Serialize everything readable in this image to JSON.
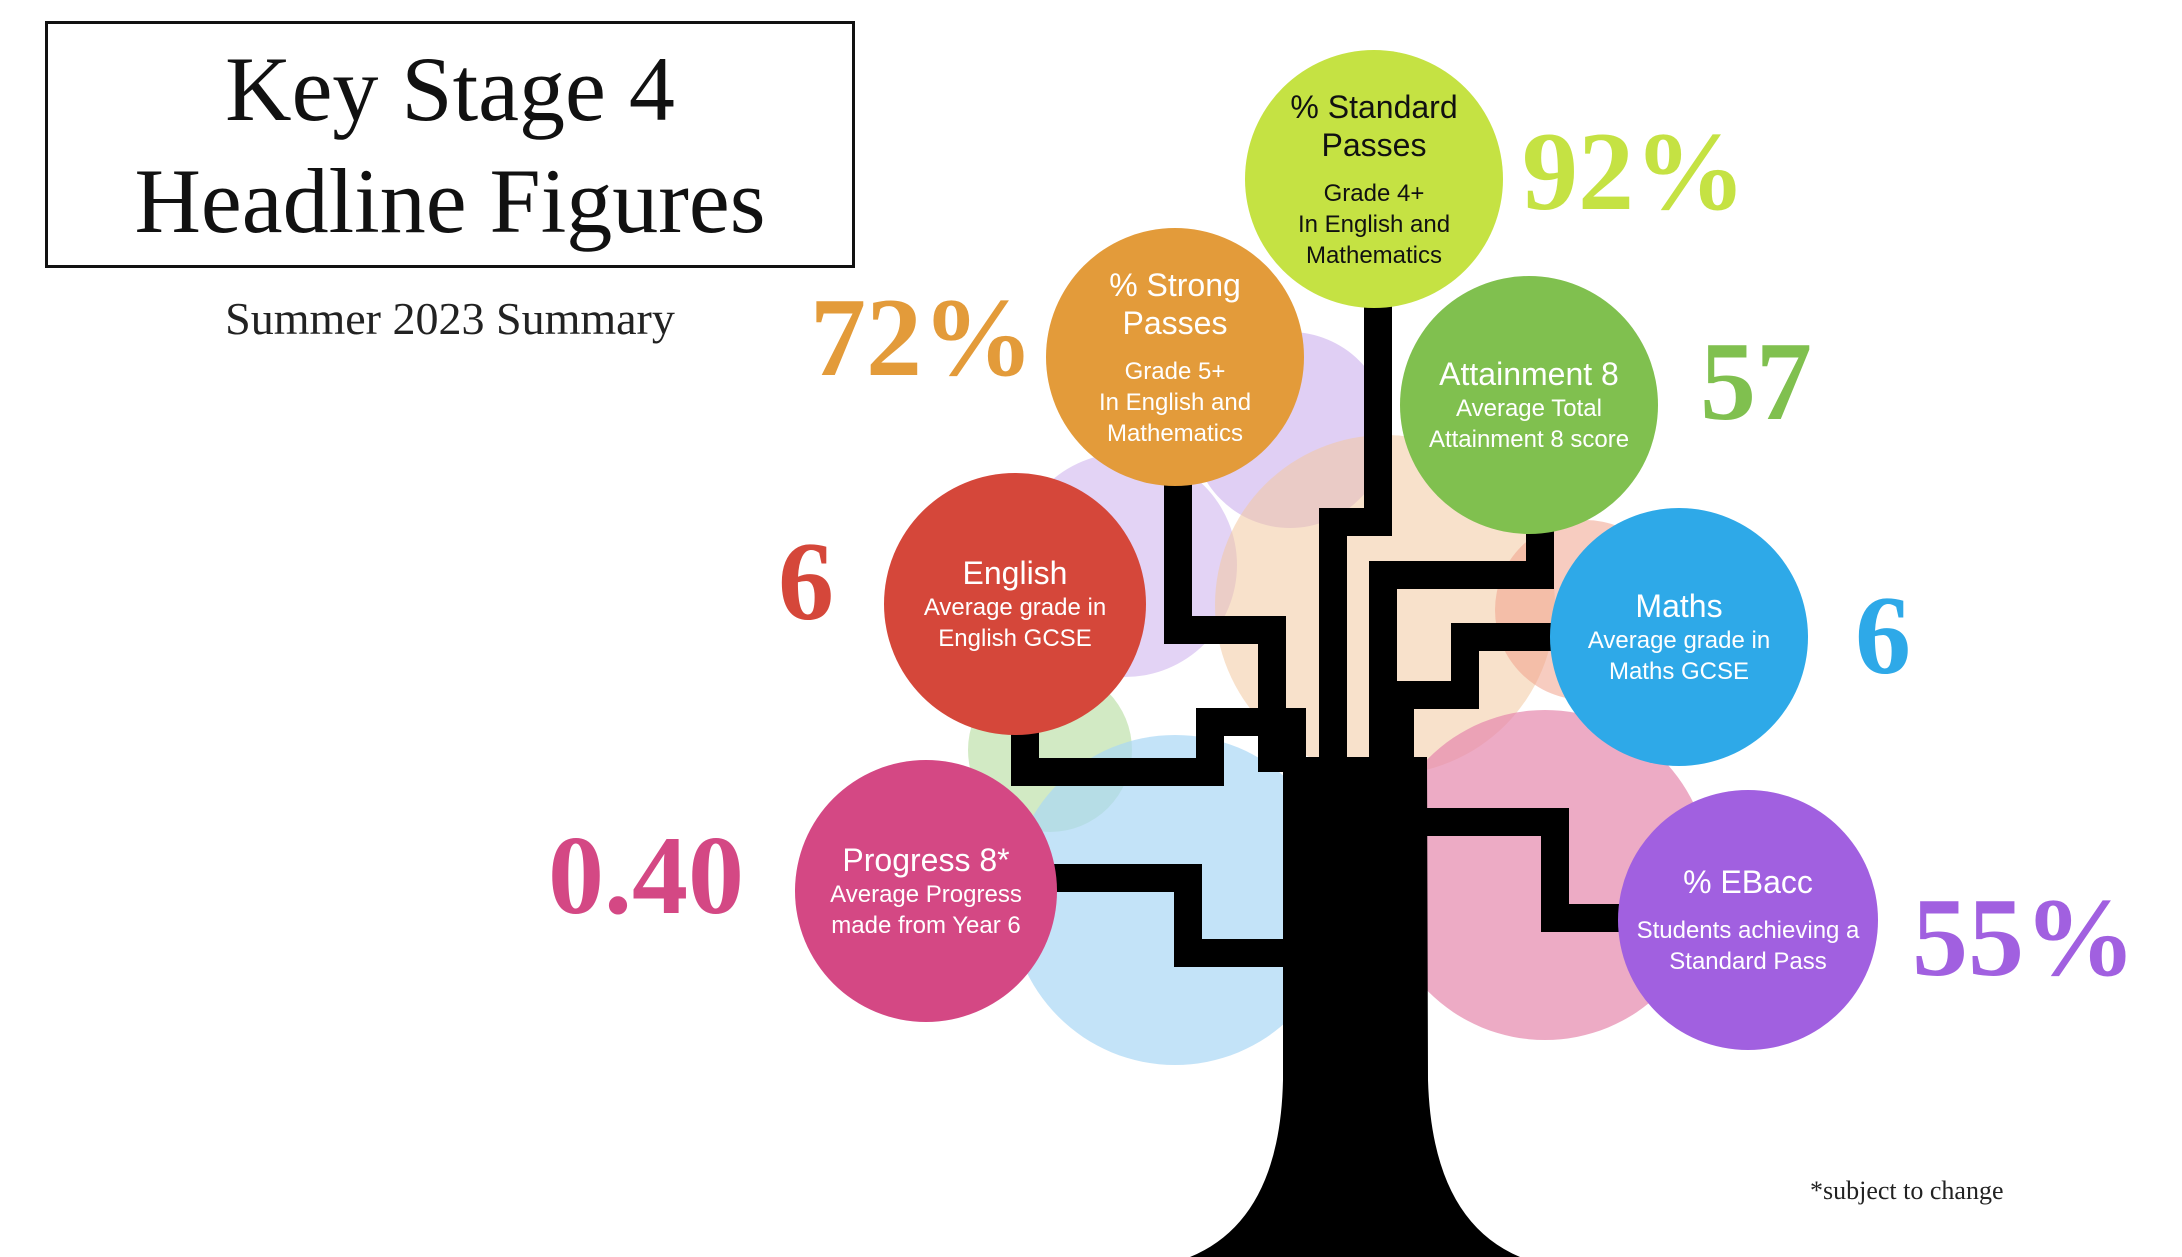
{
  "title": {
    "line1": "Key Stage 4",
    "line2": "Headline Figures"
  },
  "subtitle": "Summer 2023 Summary",
  "footnote": "*subject to change",
  "colors": {
    "standard": "#c5e243",
    "strong": "#e39b3a",
    "attainment": "#80c04f",
    "english": "#d5473a",
    "maths": "#2ea9e8",
    "progress": "#d44884",
    "ebacc": "#a160e0"
  },
  "nodes": {
    "standard": {
      "head1": "% Standard",
      "head2": "Passes",
      "sub1": "Grade 4+",
      "sub2": "In English and",
      "sub3": "Mathematics",
      "value": "92%"
    },
    "strong": {
      "head1": "% Strong",
      "head2": "Passes",
      "sub1": "Grade 5+",
      "sub2": "In English and",
      "sub3": "Mathematics",
      "value": "72%"
    },
    "attainment": {
      "head": "Attainment 8",
      "sub1": "Average Total",
      "sub2": "Attainment 8 score",
      "value": "57"
    },
    "english": {
      "head": "English",
      "sub1": "Average grade in",
      "sub2": "English GCSE",
      "value": "6"
    },
    "maths": {
      "head": "Maths",
      "sub1": "Average grade in",
      "sub2": "Maths GCSE",
      "value": "6"
    },
    "progress": {
      "head": "Progress 8*",
      "sub1": "Average Progress",
      "sub2": "made from Year 6",
      "value": "0.40"
    },
    "ebacc": {
      "head": "% EBacc",
      "sub1": "Students achieving a",
      "sub2": "Standard Pass",
      "value": "55%"
    }
  }
}
